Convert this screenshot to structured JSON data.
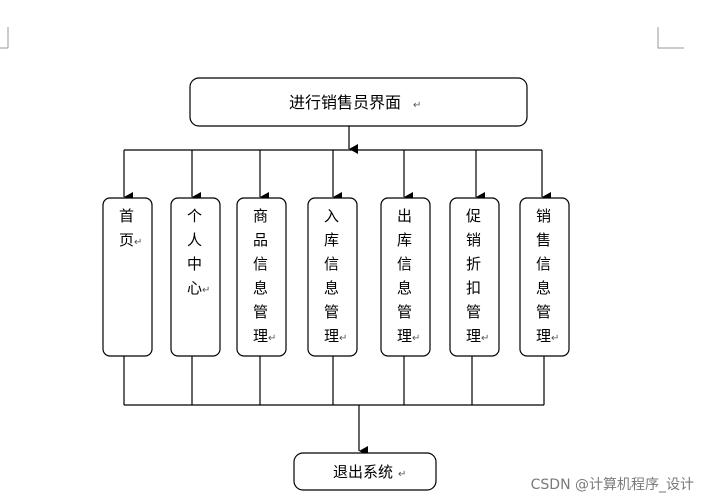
{
  "root": {
    "label": "进行销售员界面",
    "mark": "↵"
  },
  "modules": [
    {
      "label": "首页"
    },
    {
      "label": "个人中心"
    },
    {
      "label": "商品信息管理"
    },
    {
      "label": "入库信息管理"
    },
    {
      "label": "出库信息管理"
    },
    {
      "label": "促销折扣管理"
    },
    {
      "label": "销售信息管理"
    }
  ],
  "bottom": {
    "label": "退出系统",
    "mark": "↵"
  },
  "watermark": "CSDN @计算机程序_设计"
}
